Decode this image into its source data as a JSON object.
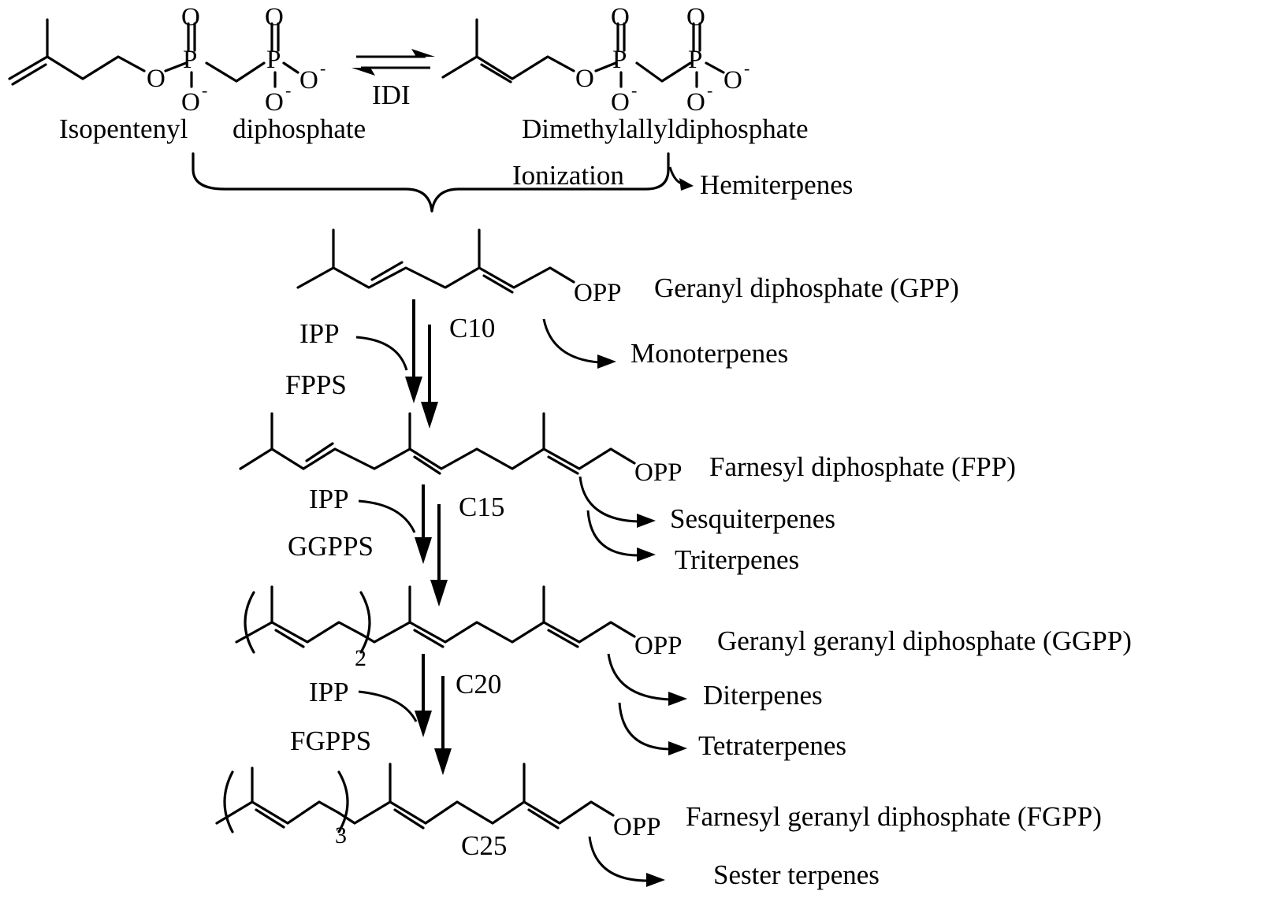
{
  "precursors": {
    "ipp_name_part1": "Isopentenyl",
    "ipp_name_part2": "diphosphate",
    "dmapp_name": "Dimethylallyldiphosphate",
    "enzyme_idi": "IDI",
    "ionization_label": "Ionization",
    "hemiterpenes_label": "Hemiterpenes"
  },
  "atoms": {
    "oxygen": "O",
    "phosphorus": "P",
    "charge_minus": "-",
    "opp": "OPP"
  },
  "intermediates": [
    {
      "name": "Geranyl diphosphate (GPP)",
      "carbon": "C10",
      "products": [
        "Monoterpenes"
      ]
    },
    {
      "name": "Farnesyl diphosphate (FPP)",
      "carbon": "C15",
      "products": [
        "Sesquiterpenes",
        "Triterpenes"
      ]
    },
    {
      "name": "Geranyl geranyl diphosphate (GGPP)",
      "carbon": "C20",
      "products": [
        "Diterpenes",
        "Tetraterpenes"
      ]
    },
    {
      "name": "Farnesyl geranyl diphosphate (FGPP)",
      "carbon": "C25",
      "products": [
        "Sester terpenes"
      ]
    }
  ],
  "steps": [
    {
      "substrate": "IPP",
      "enzyme": "FPPS"
    },
    {
      "substrate": "IPP",
      "enzyme": "GGPPS"
    },
    {
      "substrate": "IPP",
      "enzyme": "FGPPS"
    }
  ],
  "repeat_subscripts": [
    "2",
    "3"
  ]
}
